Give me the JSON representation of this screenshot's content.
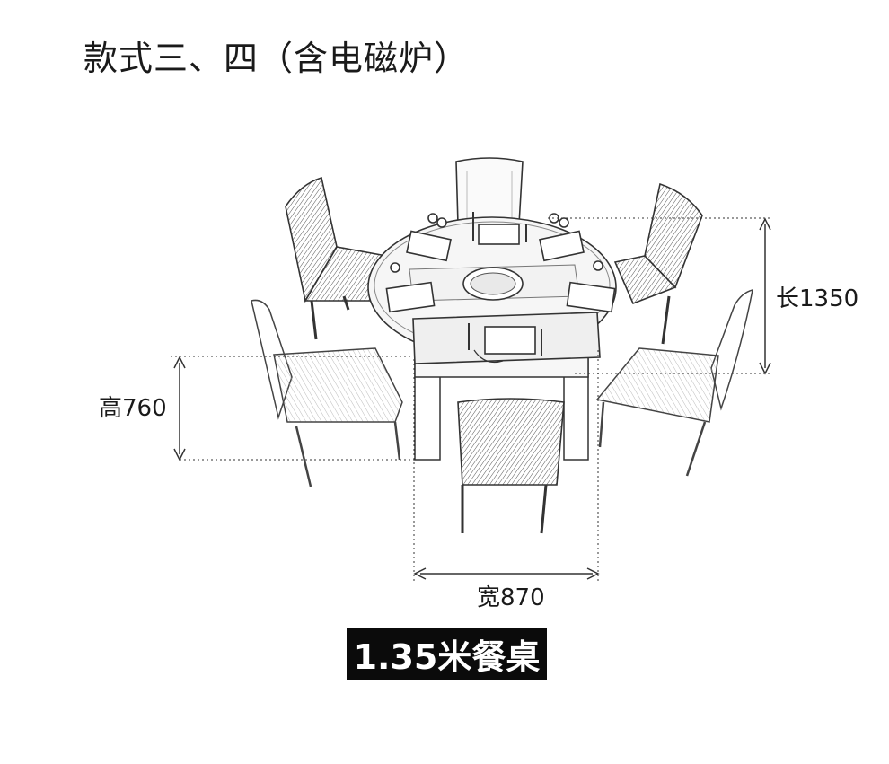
{
  "title": "款式三、四（含电磁炉）",
  "dimensions": {
    "length_label": "长1350",
    "height_label": "高760",
    "width_label": "宽870"
  },
  "caption": "1.35米餐桌",
  "colors": {
    "caption_bg": "#0b0b0b",
    "caption_text": "#ffffff",
    "line": "#333333"
  }
}
